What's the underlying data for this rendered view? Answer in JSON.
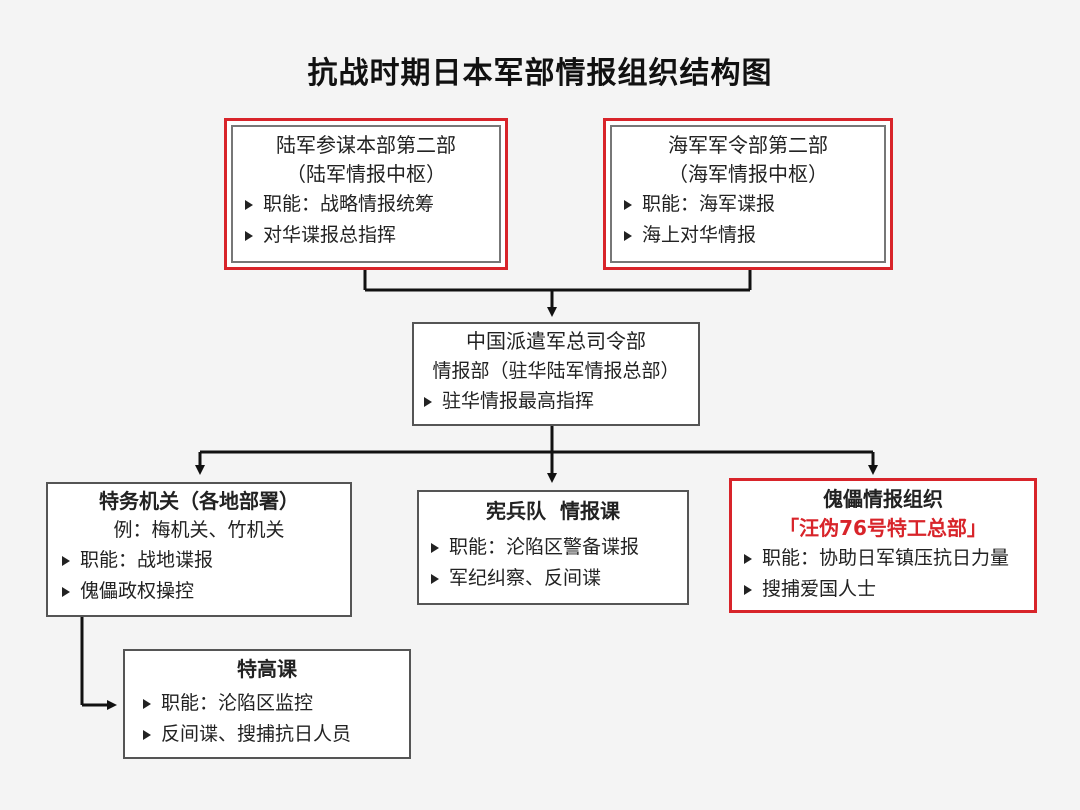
{
  "title": "抗战时期日本军部情报组织结构图",
  "army": {
    "head1": "陆军参谋本部第二部",
    "head2": "（陆军情报中枢）",
    "bullets": [
      "职能：战略情报统筹",
      "对华谍报总指挥"
    ]
  },
  "navy": {
    "head1": "海军军令部第二部",
    "head2": "（海军情报中枢）",
    "bullets": [
      "职能：海军谍报",
      "海上对华情报"
    ]
  },
  "china": {
    "head1": "中国派遣军总司令部",
    "head2": "情报部（驻华陆军情报总部）",
    "bullets": [
      "驻华情报最高指挥"
    ]
  },
  "tokumu": {
    "head1": "特务机关（各地部署）",
    "head2": "例：梅机关、竹机关",
    "bullets": [
      "职能：战地谍报",
      "傀儡政权操控"
    ]
  },
  "kempei": {
    "head1": "宪兵队  情报课",
    "bullets": [
      "职能：沦陷区警备谍报",
      "军纪纠察、反间谍"
    ]
  },
  "puppet": {
    "head1": "傀儡情报组织",
    "head2": "「汪伪76号特工总部」",
    "bullets": [
      "职能：协助日军镇压抗日力量",
      "搜捕爱国人士"
    ]
  },
  "tokko": {
    "head1": "特高课",
    "bullets": [
      "职能：沦陷区监控",
      "反间谍、搜捕抗日人员"
    ]
  },
  "colors": {
    "highlight": "#d8242a",
    "border": "#555555",
    "connector": "#111111"
  }
}
